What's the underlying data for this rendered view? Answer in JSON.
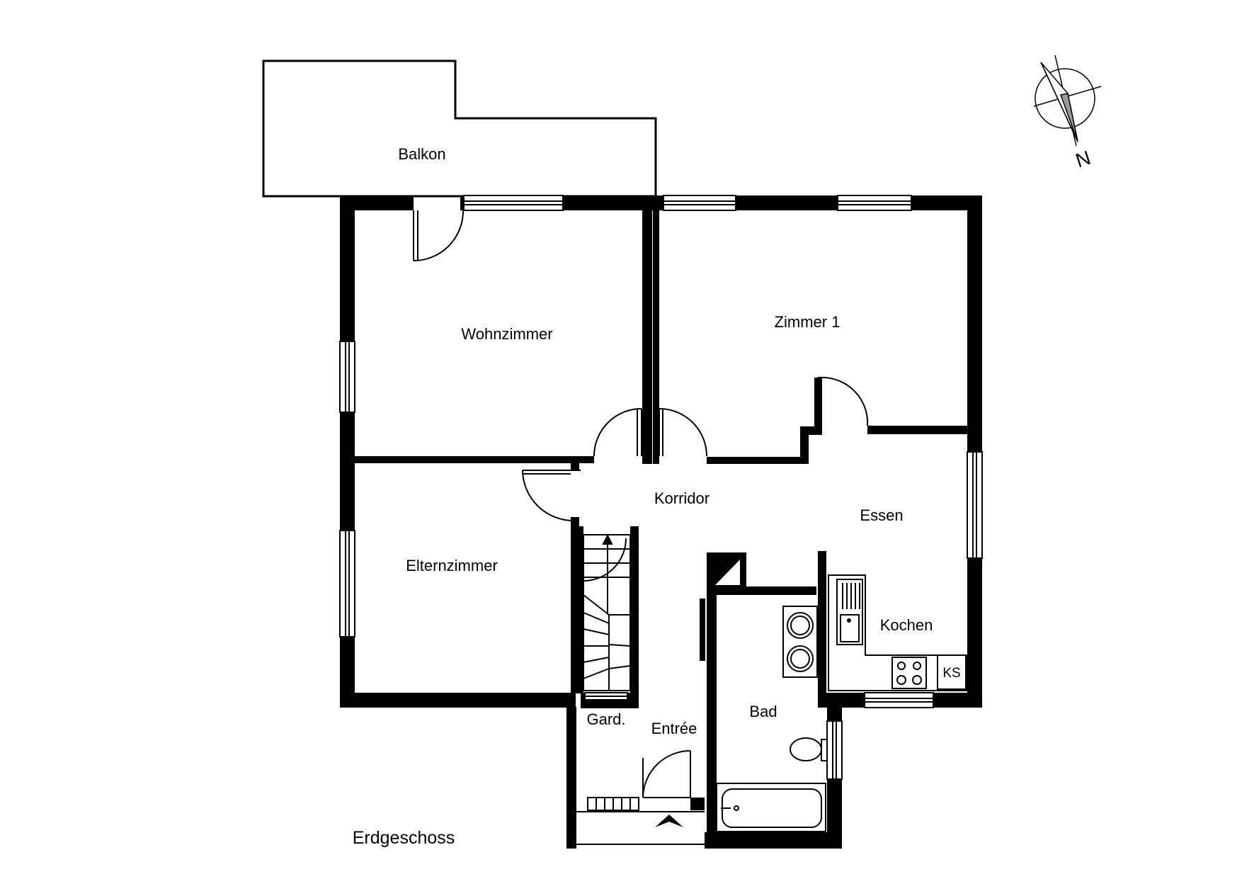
{
  "plan": {
    "floor_label": "Erdgeschoss",
    "colors": {
      "wall": "#000000",
      "background": "#ffffff",
      "window_stroke": "#000000",
      "fixture_fill": "#ffffff"
    },
    "rooms": {
      "balkon": "Balkon",
      "wohnzimmer": "Wohnzimmer",
      "zimmer1": "Zimmer 1",
      "korridor": "Korridor",
      "essen": "Essen",
      "elternzimmer": "Elternzimmer",
      "kochen": "Kochen",
      "bad": "Bad",
      "gard": "Gard.",
      "entree": "Entrée"
    },
    "fixtures": {
      "fridge_label": "KS"
    },
    "compass": {
      "north_label": "N"
    }
  }
}
